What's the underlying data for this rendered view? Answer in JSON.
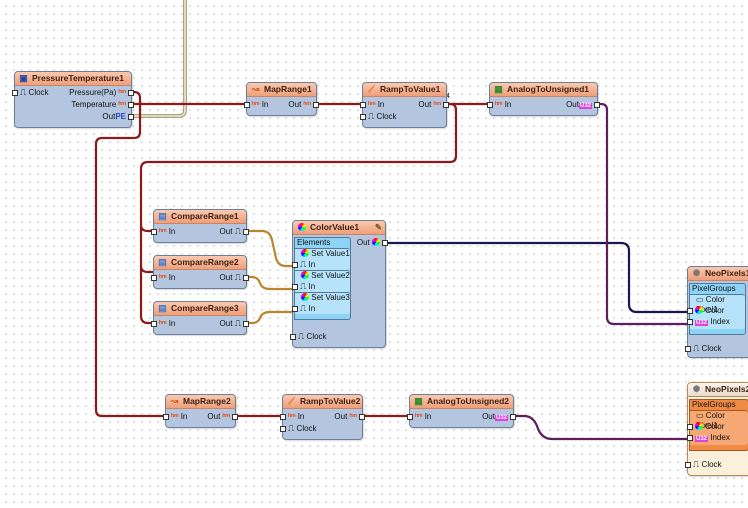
{
  "diagram": {
    "nodes": {
      "pressure_temperature": {
        "title": "PressureTemperature1",
        "icon": "sensor-icon",
        "inputs": [
          {
            "label": "Clock",
            "icon": "clock-icon"
          }
        ],
        "outputs": [
          {
            "label": "Pressure(Pa)",
            "icon": "analog-icon"
          },
          {
            "label": "Temperature",
            "icon": "analog-icon"
          },
          {
            "label": "Out",
            "icon": "pe-icon"
          }
        ]
      },
      "map_range1": {
        "title": "MapRange1",
        "inputs": [
          {
            "label": "In",
            "icon": "analog-icon"
          }
        ],
        "outputs": [
          {
            "label": "Out",
            "icon": "analog-icon"
          }
        ]
      },
      "ramp_to_value1": {
        "title": "RampToValue1",
        "inputs": [
          {
            "label": "In",
            "icon": "analog-icon"
          },
          {
            "label": "Clock",
            "icon": "clock-icon"
          }
        ],
        "outputs": [
          {
            "label": "Out",
            "icon": "analog-icon"
          }
        ],
        "wire_label": "4"
      },
      "analog_to_unsigned1": {
        "title": "AnalogToUnsigned1",
        "inputs": [
          {
            "label": "In",
            "icon": "analog-icon"
          }
        ],
        "outputs": [
          {
            "label": "Out",
            "icon": "u32-icon",
            "badge": "U32"
          }
        ]
      },
      "compare_range1": {
        "title": "CompareRange1",
        "inputs": [
          {
            "label": "In",
            "icon": "analog-icon"
          }
        ],
        "outputs": [
          {
            "label": "Out",
            "icon": "clock-icon"
          }
        ]
      },
      "compare_range2": {
        "title": "CompareRange2",
        "inputs": [
          {
            "label": "In",
            "icon": "analog-icon"
          }
        ],
        "outputs": [
          {
            "label": "Out",
            "icon": "clock-icon"
          }
        ]
      },
      "compare_range3": {
        "title": "CompareRange3",
        "inputs": [
          {
            "label": "In",
            "icon": "analog-icon"
          }
        ],
        "outputs": [
          {
            "label": "Out",
            "icon": "clock-icon"
          }
        ]
      },
      "color_value1": {
        "title": "ColorValue1",
        "elements_label": "Elements",
        "elements": [
          {
            "name": "Set Value1",
            "pin": "In"
          },
          {
            "name": "Set Value2",
            "pin": "In"
          },
          {
            "name": "Set Value3",
            "pin": "In"
          }
        ],
        "outputs": [
          {
            "label": "Out",
            "icon": "color-icon"
          }
        ],
        "inputs": [
          {
            "label": "Clock",
            "icon": "clock-icon"
          }
        ]
      },
      "neopixels1": {
        "title": "NeoPixels1",
        "groups_label": "PixelGroups",
        "group_item": "Color Pixel1",
        "inputs": [
          {
            "label": "Color",
            "icon": "color-icon"
          },
          {
            "label": "Index",
            "icon": "u32-icon",
            "badge": "U32"
          },
          {
            "label": "Clock",
            "icon": "clock-icon"
          }
        ]
      },
      "neopixels2": {
        "title": "NeoPixels2",
        "groups_label": "PixelGroups",
        "group_item": "Color Pixel1",
        "inputs": [
          {
            "label": "Color",
            "icon": "color-icon"
          },
          {
            "label": "Index",
            "icon": "u32-icon",
            "badge": "U32"
          },
          {
            "label": "Clock",
            "icon": "clock-icon"
          }
        ]
      },
      "map_range2": {
        "title": "MapRange2",
        "inputs": [
          {
            "label": "In",
            "icon": "analog-icon"
          }
        ],
        "outputs": [
          {
            "label": "Out",
            "icon": "analog-icon"
          }
        ]
      },
      "ramp_to_value2": {
        "title": "RampToValue2",
        "inputs": [
          {
            "label": "In",
            "icon": "analog-icon"
          },
          {
            "label": "Clock",
            "icon": "clock-icon"
          }
        ],
        "outputs": [
          {
            "label": "Out",
            "icon": "analog-icon"
          }
        ]
      },
      "analog_to_unsigned2": {
        "title": "AnalogToUnsigned2",
        "inputs": [
          {
            "label": "In",
            "icon": "analog-icon"
          }
        ],
        "outputs": [
          {
            "label": "Out",
            "icon": "u32-icon",
            "badge": "U32"
          }
        ]
      }
    },
    "wire_colors": {
      "analog": "#8b1a1a",
      "digital": "#b8862e",
      "color": "#1a1650",
      "unsigned": "#5c1f5c",
      "bus": "#d8d3a8"
    }
  }
}
